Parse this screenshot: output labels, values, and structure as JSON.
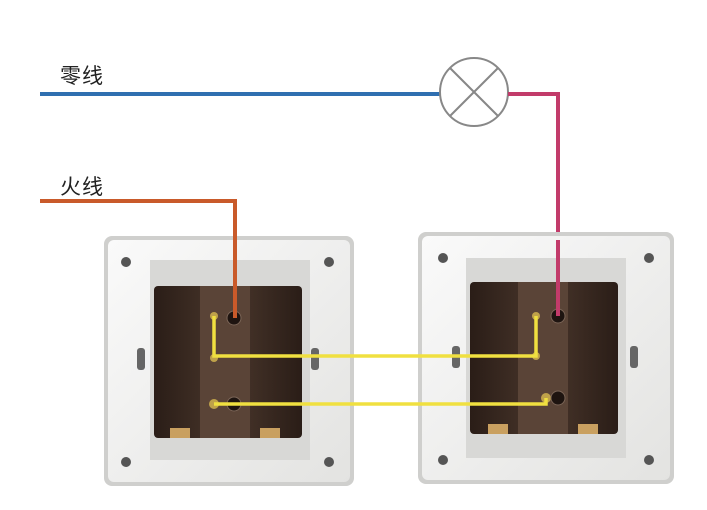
{
  "labels": {
    "neutral": "零线",
    "live": "火线"
  },
  "colors": {
    "neutral_wire": "#2f6fb0",
    "live_wire": "#c95a2a",
    "lamp_wire": "#c23b6a",
    "bridge_wire": "#f0e040",
    "plate": "#f2f2f0",
    "mechanism": "#3a2a22"
  },
  "icons": {
    "lamp": "lamp-cross-symbol",
    "switch_left": "two-way-switch-back",
    "switch_right": "two-way-switch-back"
  }
}
